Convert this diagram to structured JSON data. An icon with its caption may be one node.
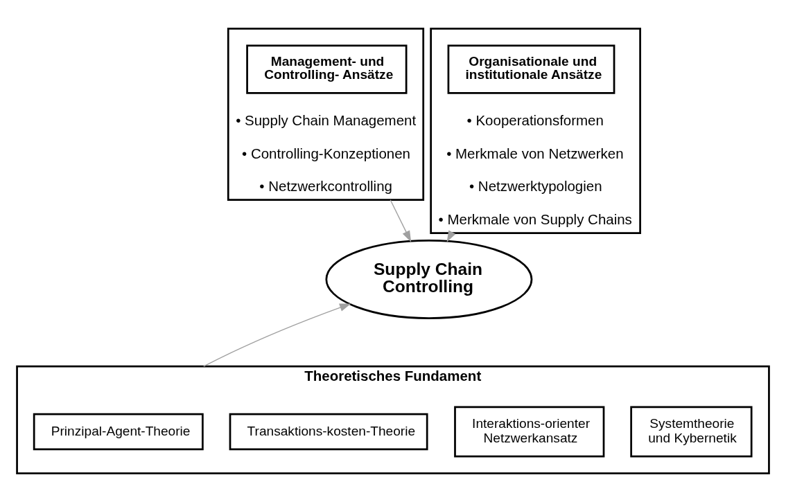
{
  "diagram": {
    "nodes": [
      {
        "text": [
          "• Supply Chain Management",
          "• Controlling-Konzeptionen",
          "• Netzwerkcontrolling"
        ]
      },
      {
        "text": [
          "Management- und Controlling- Ansätze"
        ],
        "in": 0
      },
      {
        "text": [
          "• Kooperationsformen",
          "• Merkmale von Netzwerken",
          "• Netzwerktypologien",
          "• Merkmale von Supply Chains"
        ]
      },
      {
        "text": [
          "Organisationale und institutionale Ansätze"
        ],
        "in": 2
      },
      {
        "text": [
          "Supply Chain Controlling"
        ]
      },
      {
        "text": [
          "Theoretisches Fundament"
        ]
      },
      {
        "text": [
          "Prinzipal-Agent-Theorie"
        ],
        "in": 5
      },
      {
        "text": [
          "Transaktions-kosten-Theorie"
        ],
        "in": 5
      },
      {
        "text": [
          "Interaktions-orienter Netzwerkansatz"
        ],
        "in": 5
      },
      {
        "text": [
          "Systemtheorie und Kybernetik"
        ],
        "in": 5
      }
    ],
    "edges": [
      {
        "from": 0,
        "to": 4,
        "arrow": "to"
      },
      {
        "from": 2,
        "to": 4,
        "arrow": "to"
      },
      {
        "from": 5,
        "to": 4,
        "arrow": "to"
      }
    ]
  }
}
